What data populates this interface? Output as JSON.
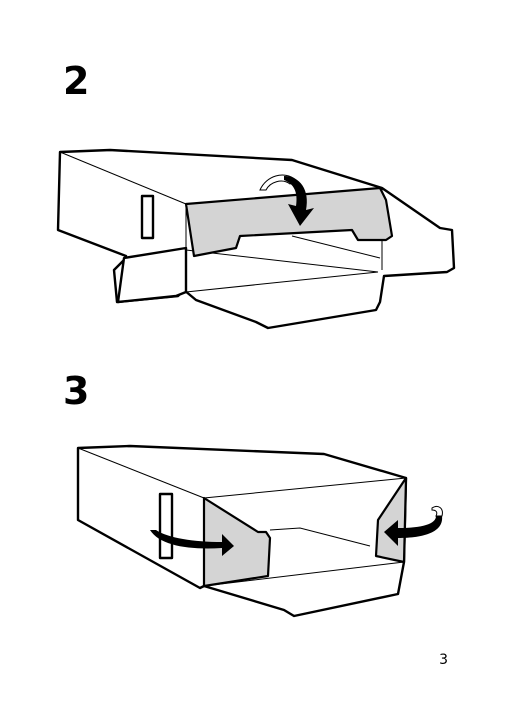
{
  "steps": [
    {
      "number": "2",
      "illustration_icon": "box-fold-back-flap-in-icon"
    },
    {
      "number": "3",
      "illustration_icon": "box-fold-side-flaps-in-icon"
    }
  ],
  "footer": {
    "page_number": "3"
  },
  "colors": {
    "flap_fill": "#d4d4d4",
    "line": "#000000",
    "background": "#ffffff"
  }
}
